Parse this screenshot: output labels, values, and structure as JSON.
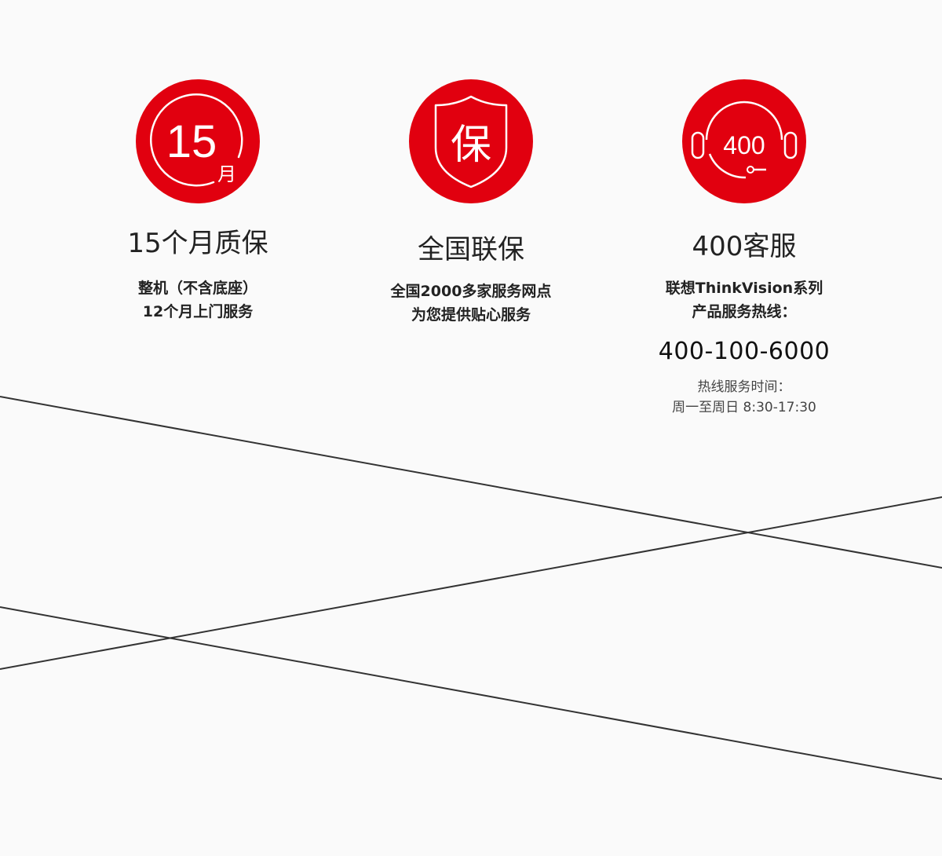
{
  "colors": {
    "accent": "#e1000f",
    "text": "#222222",
    "muted": "#444444",
    "background": "#fafafa",
    "line": "#333333"
  },
  "features": [
    {
      "icon": "calendar-15-months-icon",
      "badge_number": "15",
      "badge_unit": "月",
      "title": "15个月质保",
      "desc_line1": "整机（不含底座）",
      "desc_line2": "12个月上门服务"
    },
    {
      "icon": "shield-icon",
      "badge_text": "保",
      "title": "全国联保",
      "desc_line1": "全国2000多家服务网点",
      "desc_line2": "为您提供贴心服务"
    },
    {
      "icon": "headset-icon",
      "badge_text": "400",
      "title": "400客服",
      "desc_line1": "联想ThinkVision系列",
      "desc_line2": "产品服务热线：",
      "hotline": "400-100-6000",
      "hours_label": "热线服务时间：",
      "hours_value": "周一至周日 8:30-17:30"
    }
  ]
}
